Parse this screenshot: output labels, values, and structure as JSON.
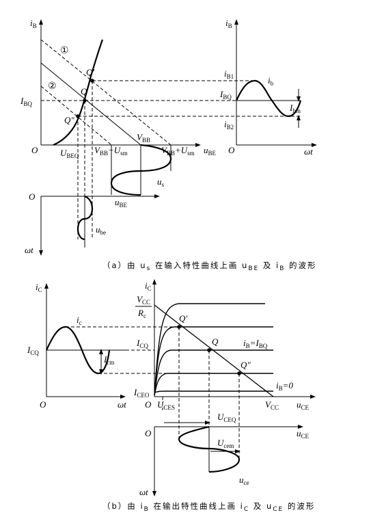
{
  "part_a": {
    "axis_iB": "i",
    "axis_iB_sub": "B",
    "axis_uBE": "u",
    "axis_uBE_sub": "BE",
    "origin": "O",
    "line1_marker": "①",
    "line2_marker": "②",
    "Q_prime": "Q′",
    "Q": "Q",
    "Q_dprime": "Q″",
    "IBQ": "I",
    "IBQ_sub": "BQ",
    "UBEQ": "U",
    "UBEQ_sub": "BEQ",
    "VBB_minus": "V",
    "VBB_minus_sub": "BB",
    "VBB_minus_mid": "−U",
    "VBB_minus_sub2": "sm",
    "VBB": "V",
    "VBB_sub": "BB",
    "VBB_plus": "V",
    "VBB_plus_sub": "BB",
    "VBB_plus_mid": "+U",
    "VBB_plus_sub2": "sm",
    "us": "u",
    "us_sub": "s",
    "lower_origin": "O",
    "lower_uBE": "u",
    "lower_uBE_sub": "BE",
    "ube": "u",
    "ube_sub": "be",
    "wt": "ωt",
    "right_axis": "i",
    "right_axis_sub": "B",
    "iB1": "i",
    "iB1_sub": "B1",
    "ib": "i",
    "ib_sub": "b",
    "right_IBQ": "I",
    "right_IBQ_sub": "BQ",
    "Ibm": "I",
    "Ibm_sub": "bm",
    "iB2": "i",
    "iB2_sub": "B2",
    "right_origin": "O",
    "right_wt": "ωt",
    "caption": "（a）由 u",
    "caption_sub1": "s",
    "caption_mid": " 在输入特性曲线上画 u",
    "caption_sub2": "BE",
    "caption_mid2": " 及 i",
    "caption_sub3": "B",
    "caption_end": " 的波形"
  },
  "part_b": {
    "left_axis": "i",
    "left_axis_sub": "C",
    "ic": "i",
    "ic_sub": "c",
    "ICQ": "I",
    "ICQ_sub": "CQ",
    "Icm": "I",
    "Icm_sub": "cm",
    "left_origin": "O",
    "left_wt": "ωt",
    "axis_iC": "i",
    "axis_iC_sub": "C",
    "Vcc_num": "V",
    "Vcc_num_sub": "CC",
    "Rc_den": "R",
    "Rc_den_sub": "c",
    "Q_prime": "Q′",
    "Q": "Q",
    "Q_dprime": "Q″",
    "ICQ_r": "I",
    "ICQ_r_sub": "CQ",
    "iB_eq": "i",
    "iB_eq_sub": "B",
    "iB_eq_mid": "=I",
    "iB_eq_sub2": "BQ",
    "iB0": "i",
    "iB0_sub": "B",
    "iB0_end": "=0",
    "ICEO": "I",
    "ICEO_sub": "CEO",
    "origin": "O",
    "UCES": "U",
    "UCES_sub": "CES",
    "VCC": "V",
    "VCC_sub": "CC",
    "uCE": "u",
    "uCE_sub": "CE",
    "UCEQ": "U",
    "UCEQ_sub": "CEQ",
    "lower_uCE": "u",
    "lower_uCE_sub": "CE",
    "Ucem": "U",
    "Ucem_sub": "cem",
    "uce": "u",
    "uce_sub": "ce",
    "lower_origin": "O",
    "wt": "ωt",
    "caption": "（b）由 i",
    "caption_sub1": "B",
    "caption_mid": " 在输出特性曲线上画 i",
    "caption_sub2": "C",
    "caption_mid2": " 及 u",
    "caption_sub3": "CE",
    "caption_end": " 的波形"
  }
}
